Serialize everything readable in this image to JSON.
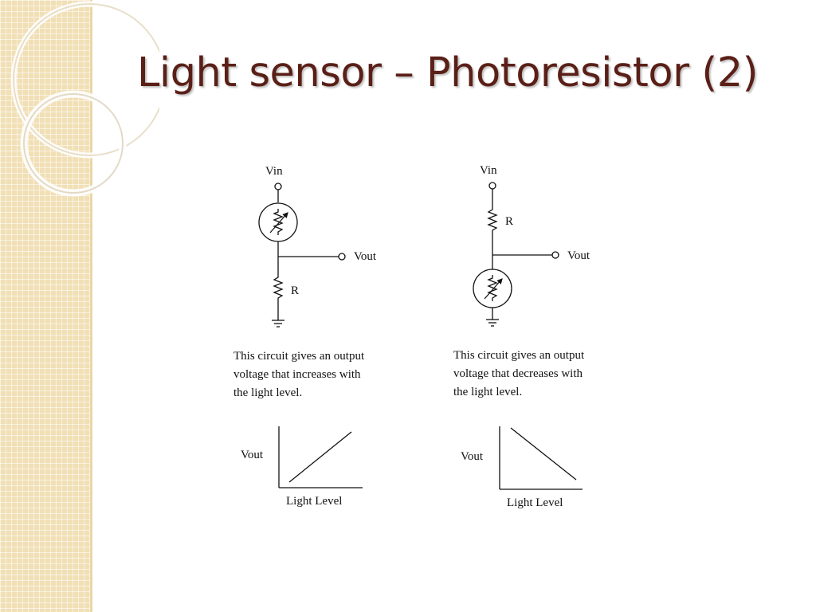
{
  "slide": {
    "title": "Light sensor – Photoresistor (2)",
    "theme_colors": {
      "title": "#5a1f17",
      "sidebar": "#f1dfb6"
    }
  },
  "circuits": [
    {
      "vin_label": "Vin",
      "vout_label": "Vout",
      "resistor_label": "R",
      "description_lines": [
        "This circuit gives an output",
        "voltage that increases with",
        "the light level."
      ],
      "graph": {
        "y_label": "Vout",
        "x_label": "Light Level",
        "trend": "increasing"
      }
    },
    {
      "vin_label": "Vin",
      "vout_label": "Vout",
      "resistor_label": "R",
      "description_lines": [
        "This circuit gives an output",
        "voltage that decreases with",
        "the light level."
      ],
      "graph": {
        "y_label": "Vout",
        "x_label": "Light Level",
        "trend": "decreasing"
      }
    }
  ]
}
